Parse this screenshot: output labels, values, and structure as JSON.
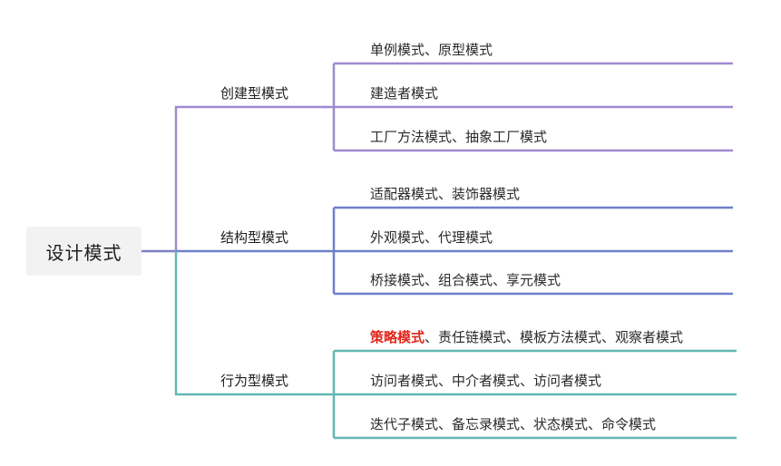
{
  "root": {
    "label": "设计模式"
  },
  "colors": {
    "creational": "#9f8ad0",
    "structural": "#6f80c9",
    "behavioral": "#62b8b3",
    "highlight": "#e0251b"
  },
  "branches": [
    {
      "label": "创建型模式",
      "leaves": [
        {
          "label": "单例模式、原型模式"
        },
        {
          "label": "建造者模式"
        },
        {
          "label": "工厂方法模式、抽象工厂模式"
        }
      ]
    },
    {
      "label": "结构型模式",
      "leaves": [
        {
          "label": "适配器模式、装饰器模式"
        },
        {
          "label": "外观模式、代理模式"
        },
        {
          "label": "桥接模式、组合模式、享元模式"
        }
      ]
    },
    {
      "label": "行为型模式",
      "leaves": [
        {
          "highlight": "策略模式",
          "rest": "、责任链模式、模板方法模式、观察者模式"
        },
        {
          "label": "访问者模式、中介者模式、访问者模式"
        },
        {
          "label": "迭代子模式、备忘录模式、状态模式、命令模式"
        }
      ]
    }
  ]
}
